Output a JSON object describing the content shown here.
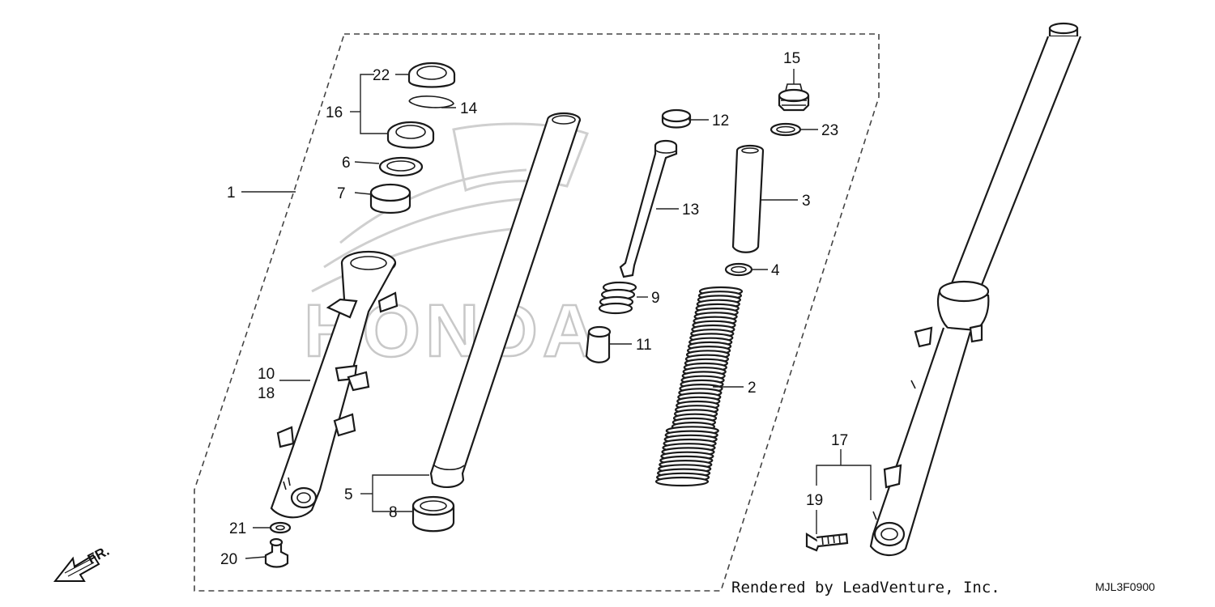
{
  "callouts": {
    "c1": "1",
    "c2": "2",
    "c3": "3",
    "c4": "4",
    "c5": "5",
    "c6": "6",
    "c7": "7",
    "c8": "8",
    "c9": "9",
    "c10": "10",
    "c11": "11",
    "c12": "12",
    "c13": "13",
    "c14": "14",
    "c15": "15",
    "c16": "16",
    "c17": "17",
    "c18": "18",
    "c19": "19",
    "c20": "20",
    "c21": "21",
    "c22": "22",
    "c23": "23"
  },
  "watermark": {
    "text": "HONDA"
  },
  "direction": {
    "label": "FR."
  },
  "footer": {
    "rendered_by": "Rendered by LeadVenture, Inc.",
    "diagram_code": "MJL3F0900"
  }
}
